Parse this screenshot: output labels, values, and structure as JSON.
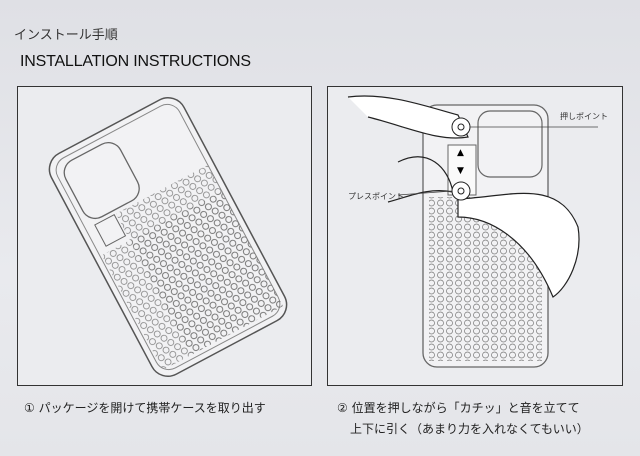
{
  "title_jp": "インストール手順",
  "title_en": "INSTALLATION INSTRUCTIONS",
  "steps": [
    {
      "caption": "① パッケージを開けて携帯ケースを取り出す"
    },
    {
      "caption_line1": "② 位置を押しながら「カチッ」と音を立てて",
      "caption_line2": "上下に引く（あまり力を入れなくてもいい）"
    }
  ],
  "labels": {
    "push_point": "押しポイント",
    "press_point": "プレスポイント"
  }
}
